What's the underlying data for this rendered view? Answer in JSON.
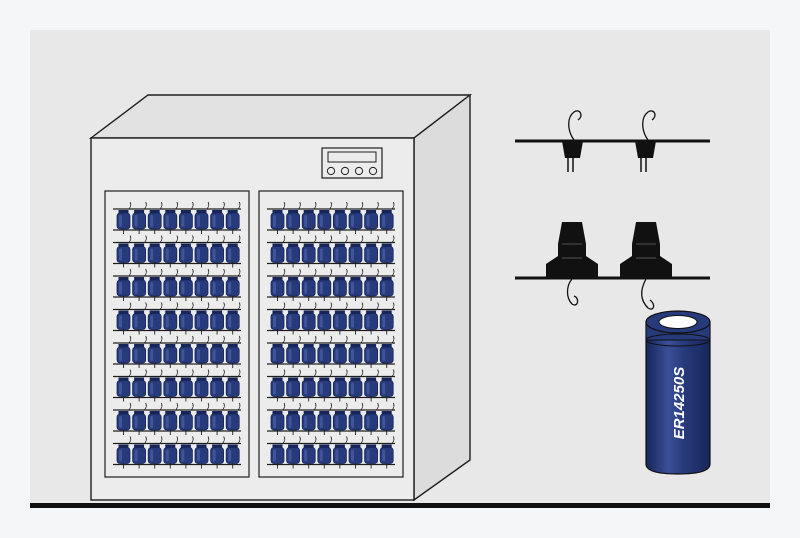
{
  "battery": {
    "label": "ER14250S"
  },
  "cabinet": {
    "panels": 2,
    "rows_per_panel": 8,
    "cells_per_row": 8,
    "display_buttons": 4
  },
  "colors": {
    "page_background": "#f5f6f8",
    "panel_background": "#e8e8e8",
    "outline": "#1f1f1f",
    "cabinet_face": "#ececec",
    "cabinet_top": "#e2e2e2",
    "cabinet_side": "#dcdcdc",
    "battery_blue": "#273a7a",
    "battery_dark": "#17265a",
    "battery_light": "#4a5fa8",
    "holder_black": "#111111",
    "battery_text": "#ffffff"
  }
}
